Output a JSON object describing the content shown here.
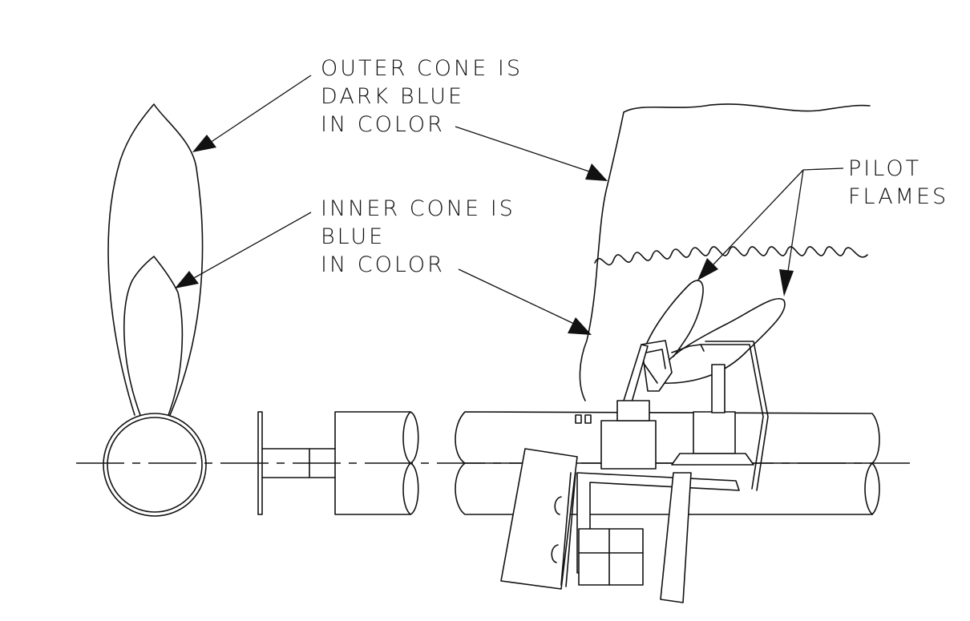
{
  "labels": {
    "outer_cone": [
      "OUTER CONE IS",
      "DARK BLUE",
      "IN COLOR"
    ],
    "inner_cone": [
      "INNER CONE IS",
      "BLUE",
      "IN COLOR"
    ],
    "pilot_flames": [
      "PILOT",
      "FLAMES"
    ]
  },
  "colors": {
    "line": "#111111",
    "background": "#ffffff"
  }
}
